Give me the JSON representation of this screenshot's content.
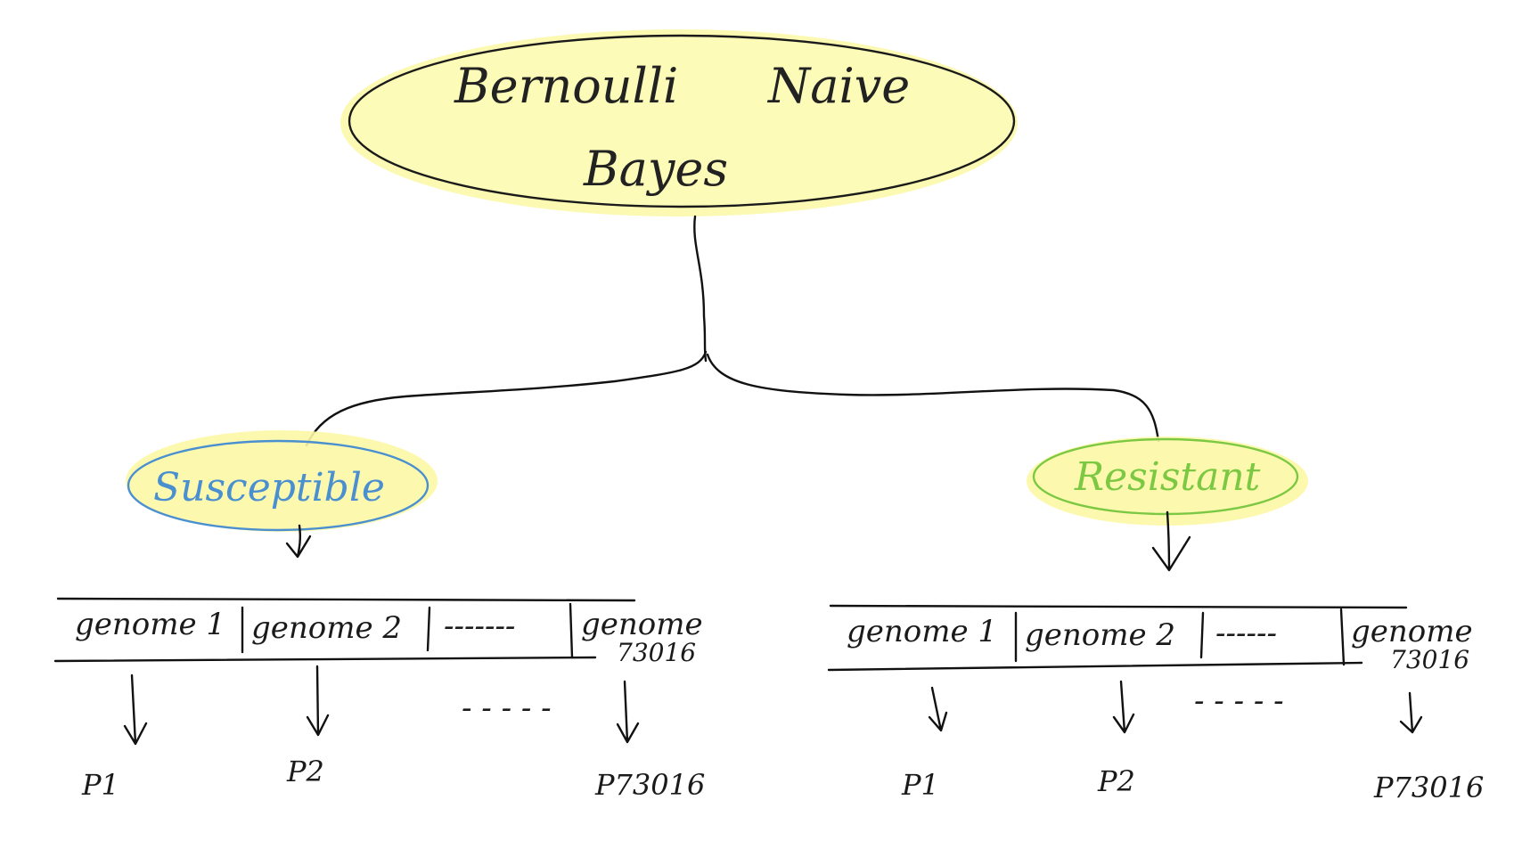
{
  "root": {
    "line1_left": "Bernoulli",
    "line1_right": "Naive",
    "line2": "Bayes",
    "fill_color": "#fdfbb8"
  },
  "classes": [
    {
      "id": "left",
      "label": "Susceptible",
      "color": "#4a8fd0",
      "cells": [
        "genome 1",
        "genome 2",
        "-------",
        "genome"
      ],
      "last_sub": "73016",
      "probs": [
        "P1",
        "P2",
        "P73016"
      ],
      "ellipsis": "- - - - -"
    },
    {
      "id": "right",
      "label": "Resistant",
      "color": "#7dc843",
      "cells": [
        "genome 1",
        "genome 2",
        "------",
        "genome"
      ],
      "last_sub": "73016",
      "probs": [
        "P1",
        "P2",
        "P73016"
      ],
      "ellipsis": "- - - - -"
    }
  ]
}
